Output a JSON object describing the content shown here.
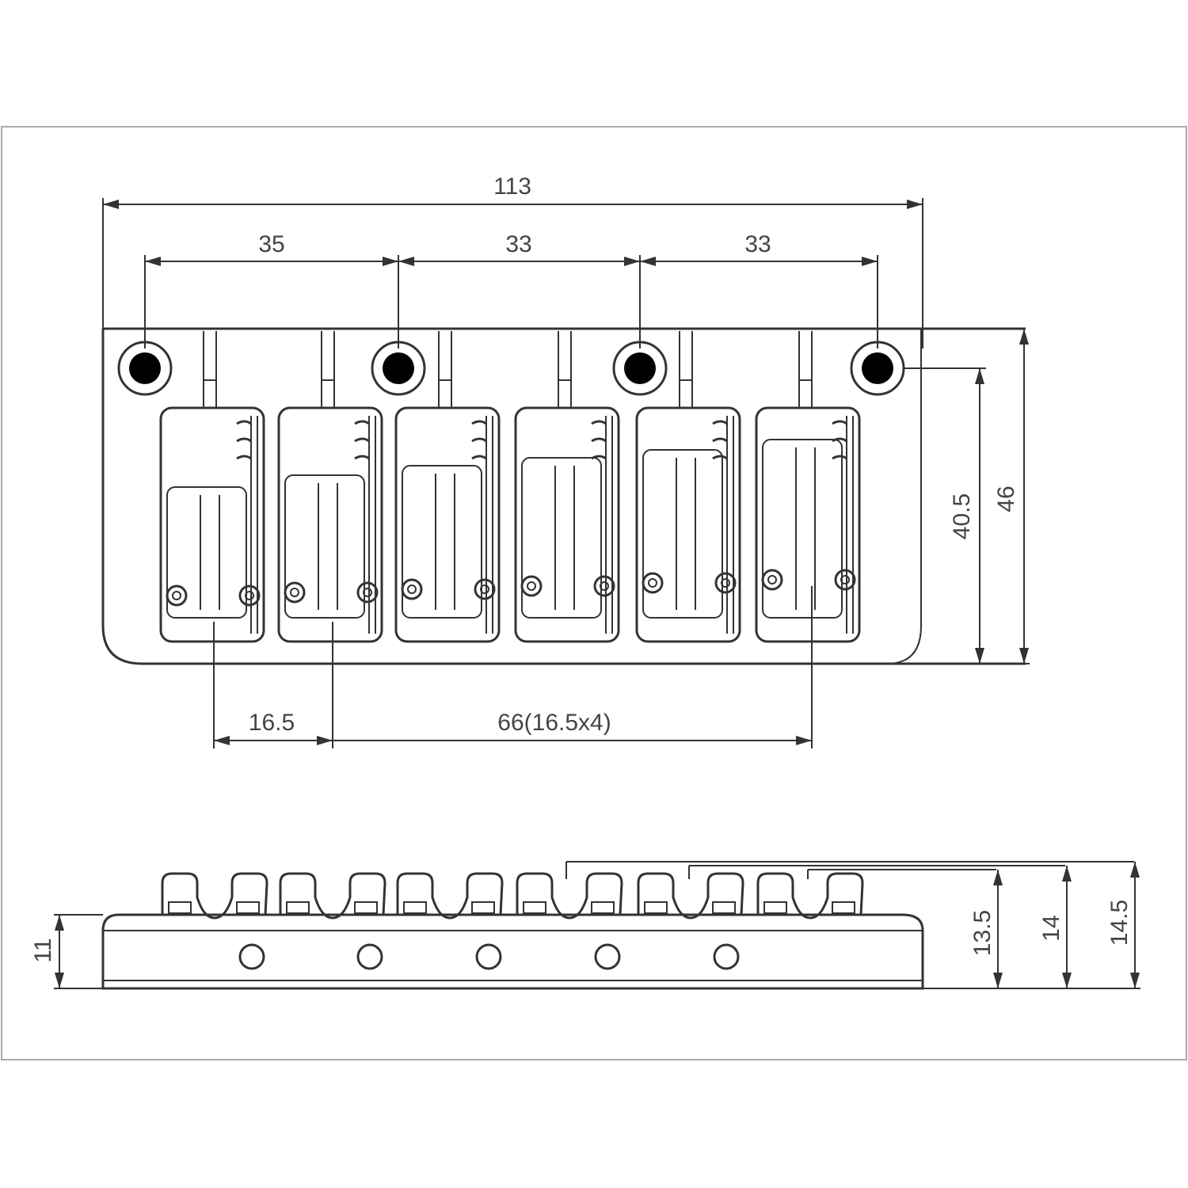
{
  "dimensions": {
    "overall_width": "113",
    "spacing_left": "35",
    "spacing_mid": "33",
    "spacing_right": "33",
    "string_spacing": "16.5",
    "string_span": "66(16.5x4)",
    "depth_inner": "40.5",
    "depth_outer": "46",
    "base_height": "11",
    "saddle_height_low": "13.5",
    "saddle_height_mid": "14",
    "saddle_height_high": "14.5"
  },
  "colors": {
    "line": "#333333",
    "frame": "#aaaaaa",
    "hole_fill": "#000000"
  },
  "counts": {
    "saddles": 6,
    "mounting_holes": 4,
    "side_holes": 5
  }
}
